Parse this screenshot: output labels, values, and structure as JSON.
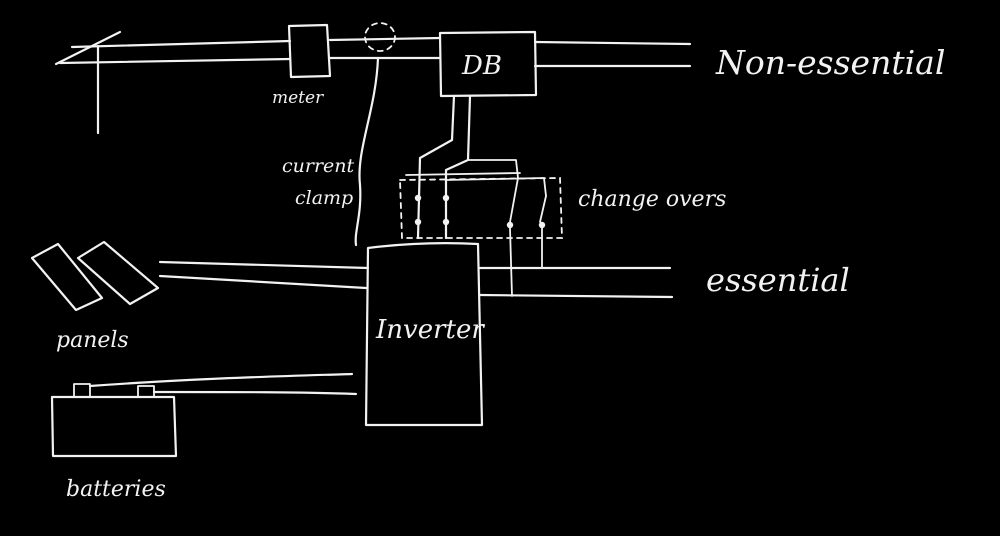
{
  "labels": {
    "meter": "meter",
    "db": "DB",
    "non_essential": "Non-essential",
    "current_clamp_line1": "current",
    "current_clamp_line2": "clamp",
    "change_overs": "change overs",
    "essential": "essential",
    "inverter": "Inverter",
    "panels": "panels",
    "batteries": "batteries"
  },
  "colors": {
    "background": "#000000",
    "ink": "#f2f2f2"
  }
}
